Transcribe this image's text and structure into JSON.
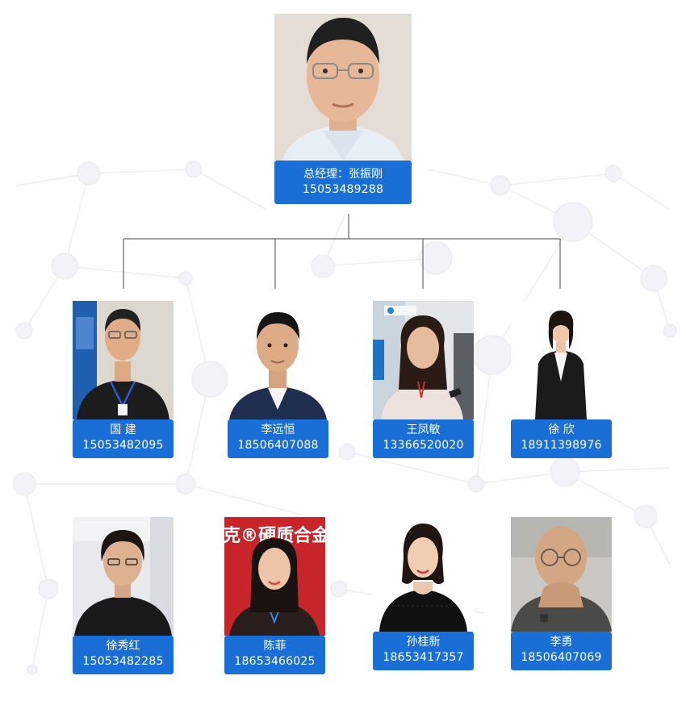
{
  "colors": {
    "label_bg": "#1a6fd6",
    "label_text": "#ffffff",
    "connector": "#666666",
    "background_network": "#eef0f3"
  },
  "chief": {
    "name": "总经理：张振刚",
    "phone": "15053489288"
  },
  "row1": [
    {
      "name": "国  建",
      "phone": "15053482095"
    },
    {
      "name": "李远恒",
      "phone": "18506407088"
    },
    {
      "name": "王凤敏",
      "phone": "13366520020"
    },
    {
      "name": "徐  欣",
      "phone": "18911398976"
    }
  ],
  "row2": [
    {
      "name": "徐秀红",
      "phone": "15053482285"
    },
    {
      "name": "陈菲",
      "phone": "18653466025"
    },
    {
      "name": "孙桂新",
      "phone": "18653417357"
    },
    {
      "name": "李勇",
      "phone": "18506407069"
    }
  ],
  "photo_sign_text": "克®硬质合金"
}
